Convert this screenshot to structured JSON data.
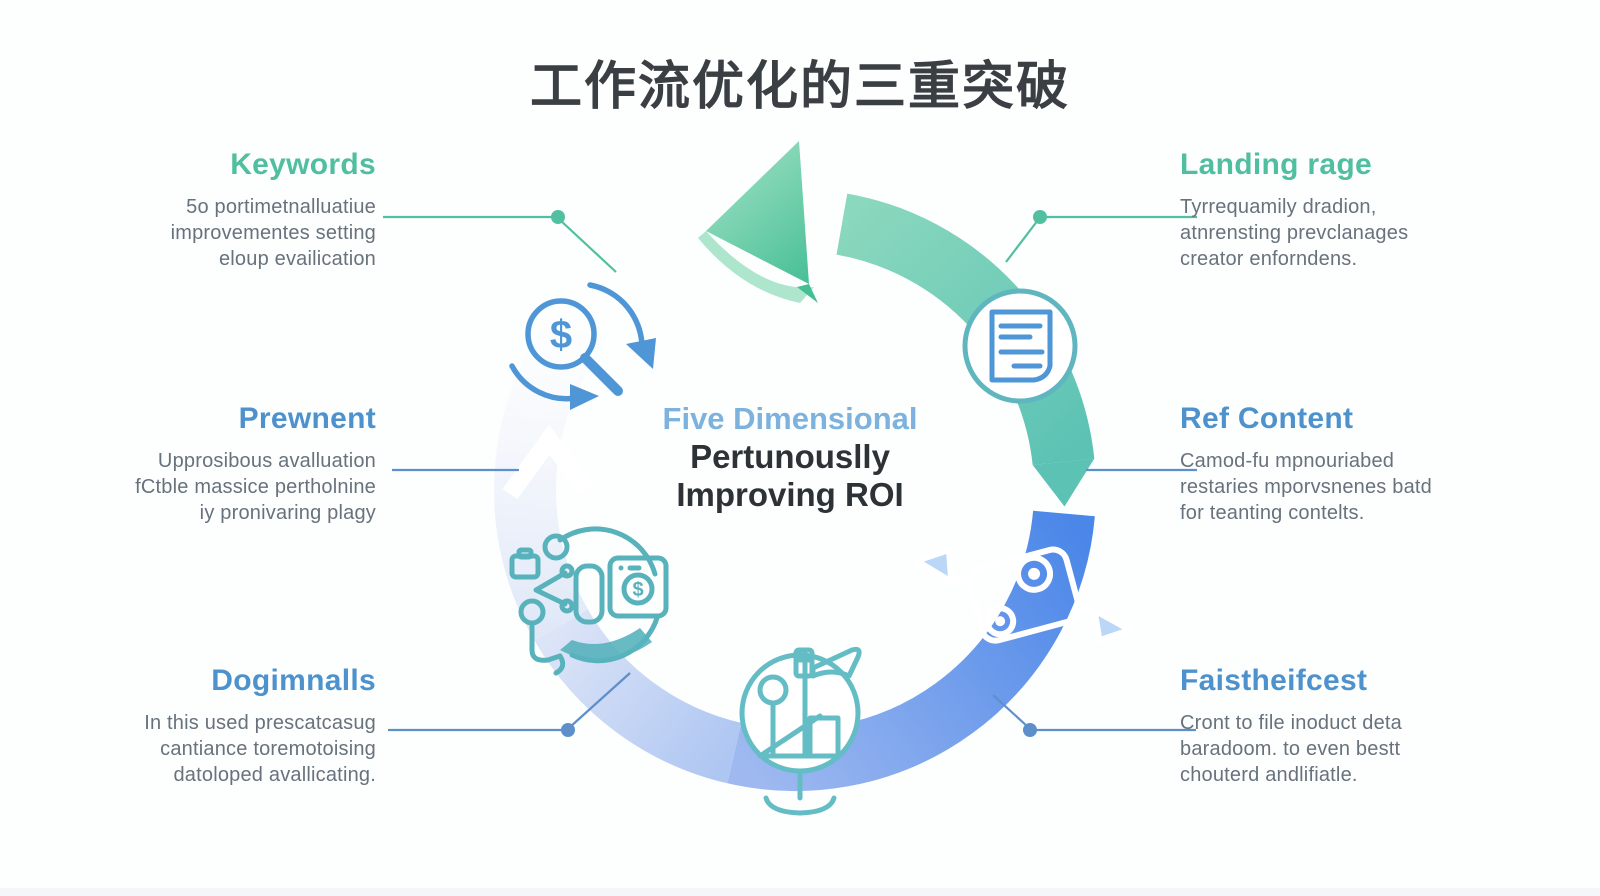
{
  "title": "工作流优化的三重突破",
  "center": {
    "line1": "Five Dimensional",
    "line2": "Pertunouslly",
    "line3": "Improving ROI"
  },
  "sections": {
    "left": [
      {
        "title": "Keywords",
        "lines": [
          "5o portimetnalluatiue",
          "improvementes setting",
          "eloup evailication"
        ]
      },
      {
        "title": "Prewnent",
        "lines": [
          "Upprosibous avalluation",
          "fCtble massice pertholnine",
          "iy pronivaring plagy"
        ]
      },
      {
        "title": "Dogimnalls",
        "lines": [
          "In this used prescatcasug",
          "cantiance toremotoising",
          "datoloped avallicating."
        ]
      }
    ],
    "right": [
      {
        "title": "Landing rage",
        "lines": [
          "Tyrrequamily dradion,",
          "atnrensting prevclanages",
          "creator enforndens."
        ]
      },
      {
        "title": "Ref Content",
        "lines": [
          "Camod-fu mpnouriabed",
          "restaries mporvsnenes batd",
          "for teanting contelts."
        ]
      },
      {
        "title": "Faistheifcest",
        "lines": [
          "Cront to file inoduct deta",
          "baradoom. to even bestt",
          "chouterd andlifiatle."
        ]
      }
    ]
  },
  "icons": {
    "dollar_glyph": "$",
    "names": [
      "search-dollar-icon",
      "document-icon",
      "machine-arrows-icon",
      "boat-icon",
      "analytics-network-icon"
    ]
  },
  "colors": {
    "title_color": "#3A3F44",
    "text_dark": "#2D3237",
    "body_gray": "#68727C",
    "accent_green": "#4FBF9F",
    "accent_blue": "#4D92CC",
    "center_blue": "#7CB2DD",
    "line_green": "#52BFA0",
    "line_blue": "#5D8FCB",
    "icon_blue": "#4E96D6",
    "icon_teal": "#58B2BC",
    "ring_green_light": "#8AD8BD",
    "ring_green": "#5CC2B4",
    "ring_blue": "#4B87E8",
    "ring_blue_light": "#9FB9F0",
    "ring_pale": "#AEC6F2",
    "ring_pale_light": "#DCE4F7",
    "arrow_mint": "#A4E3C6",
    "arrow_green": "#45BE95"
  }
}
